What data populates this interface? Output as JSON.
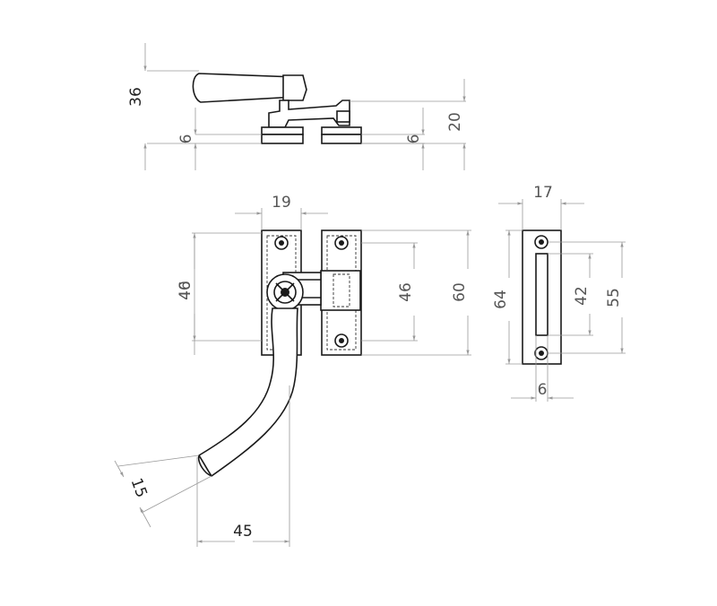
{
  "dimensions": {
    "top_view": {
      "overall_height": "36",
      "base_left": "6",
      "base_right": "6",
      "keep_height": "20"
    },
    "front_view": {
      "width": "19",
      "fastener_height_overlap_a": "40",
      "fastener_height_overlap_b": "46",
      "keep_hole_spacing": "46",
      "keep_height": "60",
      "handle_width": "15",
      "handle_reach": "45"
    },
    "side_view": {
      "plate_width": "17",
      "plate_height": "64",
      "slot_height": "42",
      "hole_spacing": "55",
      "slot_width": "6"
    }
  },
  "colors": {
    "line": "#1a1a1a",
    "dimension": "#9a9a9a",
    "text": "#555555"
  }
}
